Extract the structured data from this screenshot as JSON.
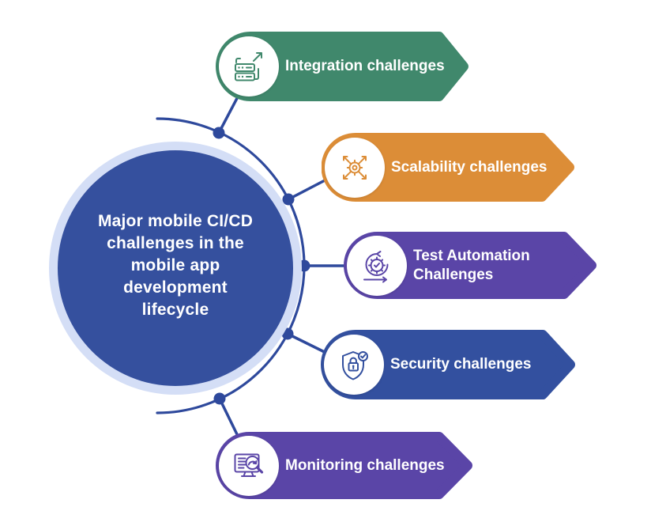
{
  "center": {
    "text": "Major mobile CI/CD challenges in the mobile app development lifecycle",
    "lines": [
      "Major mobile CI/CD",
      "challenges in the",
      "mobile app",
      "development",
      "lifecycle"
    ]
  },
  "items": [
    {
      "label": "Integration challenges",
      "color": "#40886C",
      "icon": "integration-servers-arrow-icon"
    },
    {
      "label": "Scalability challenges",
      "color": "#DC8D37",
      "icon": "gear-expand-arrows-icon"
    },
    {
      "label": "Test Automation Challenges",
      "color": "#5A45A7",
      "icon": "gear-check-cycle-icon"
    },
    {
      "label": "Security challenges",
      "color": "#33509F",
      "icon": "shield-lock-check-icon"
    },
    {
      "label": "Monitoring challenges",
      "color": "#5A45A7",
      "icon": "monitor-magnifier-chart-icon"
    }
  ],
  "colors": {
    "connector": "#2E499C",
    "center_fill": "#35509E",
    "center_ring": "#D4DEF6",
    "label_text": "#FFFFFF"
  }
}
